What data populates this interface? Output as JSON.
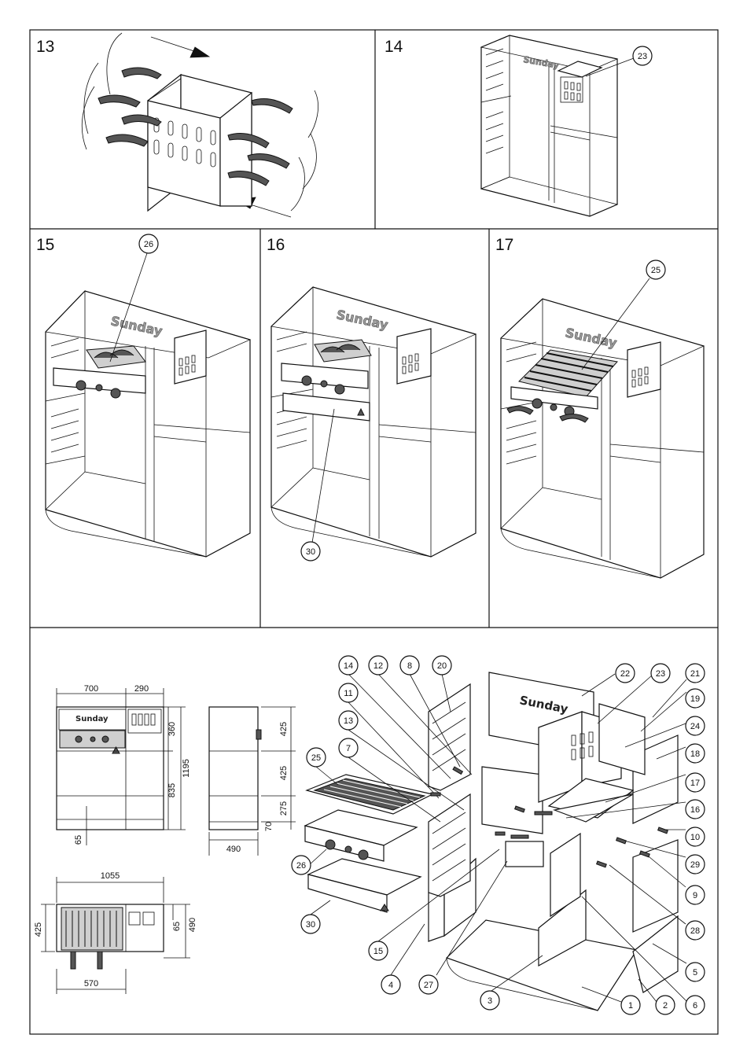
{
  "steps": [
    {
      "number": "13"
    },
    {
      "number": "14",
      "callouts": [
        "23"
      ]
    },
    {
      "number": "15",
      "callouts": [
        "26"
      ]
    },
    {
      "number": "16",
      "callouts": [
        "30"
      ]
    },
    {
      "number": "17",
      "callouts": [
        "25"
      ]
    }
  ],
  "brand": "Sunday",
  "dimensions": {
    "front": {
      "width_left": "700",
      "width_right": "290",
      "height_top": "360",
      "height_mid": "835",
      "height_total": "1195",
      "foot": "65"
    },
    "side": {
      "depth": "490",
      "h_top": "425",
      "h_mid": "425",
      "h_low": "275",
      "h_base": "70"
    },
    "top": {
      "width": "1055",
      "depth_left": "425",
      "depth_right": "490",
      "offset": "65",
      "inner": "570"
    }
  },
  "exploded_callouts": [
    "14",
    "12",
    "8",
    "20",
    "11",
    "13",
    "7",
    "25",
    "26",
    "30",
    "15",
    "4",
    "27",
    "3",
    "1",
    "2",
    "6",
    "5",
    "28",
    "9",
    "29",
    "10",
    "16",
    "17",
    "18",
    "24",
    "19",
    "21",
    "23",
    "22"
  ]
}
